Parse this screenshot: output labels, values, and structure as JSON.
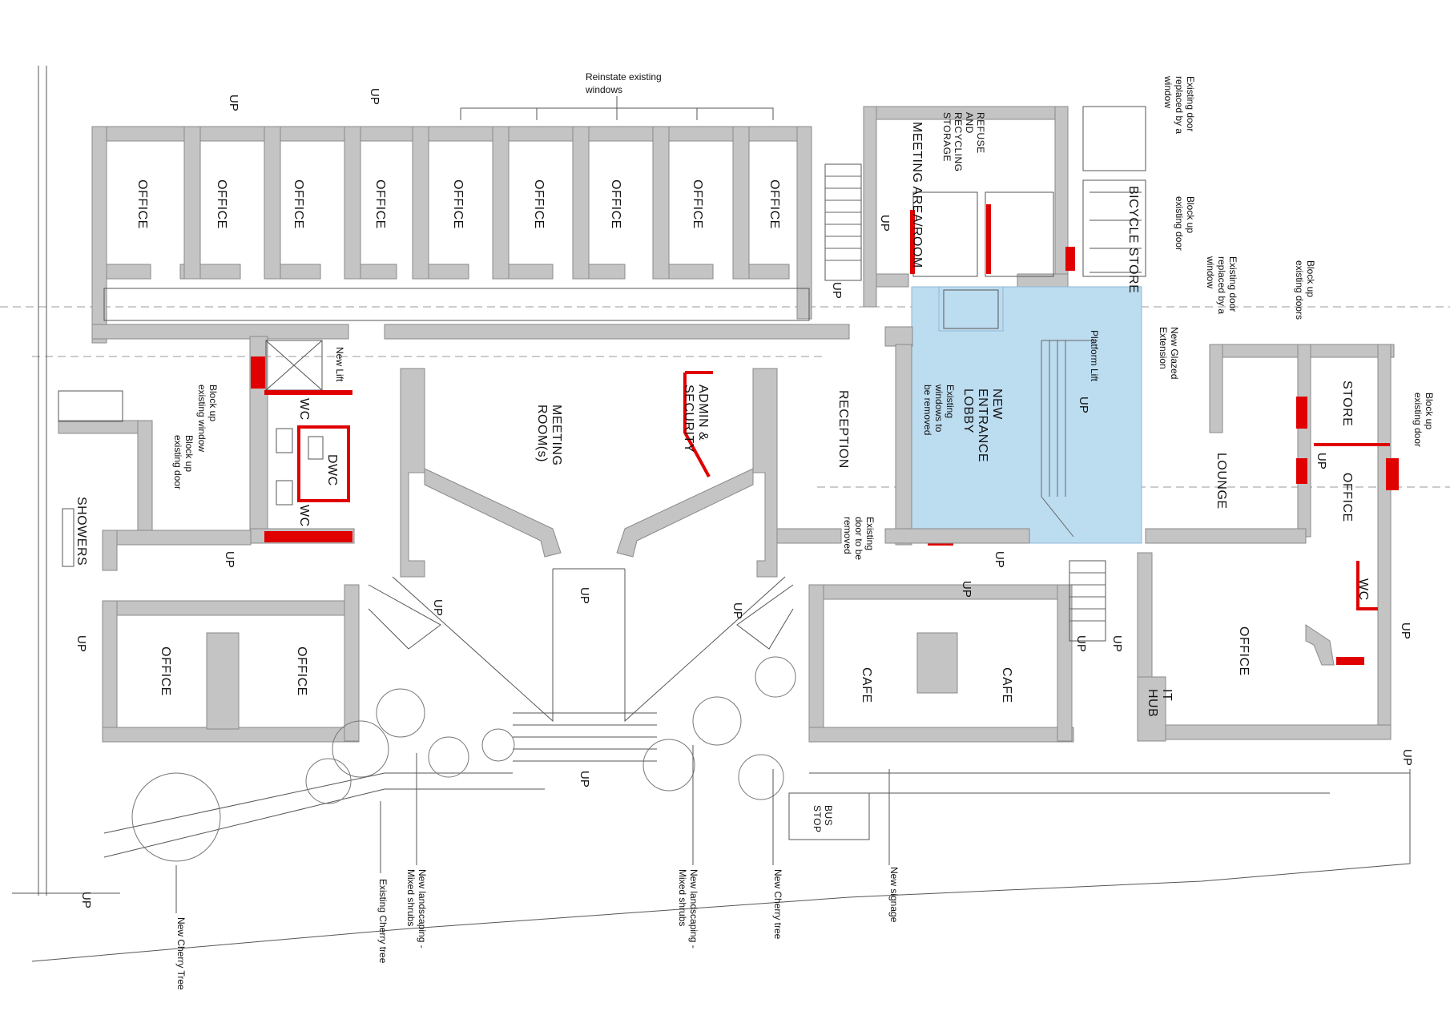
{
  "rooms": {
    "office_top_1": "OFFICE",
    "office_top_2": "OFFICE",
    "office_top_3": "OFFICE",
    "office_top_4": "OFFICE",
    "office_top_5": "OFFICE",
    "office_top_6": "OFFICE",
    "office_top_7": "OFFICE",
    "office_top_8": "OFFICE",
    "office_top_9": "OFFICE",
    "meeting_area": "MEETING AREA/ROOM",
    "refuse": [
      "REFUSE",
      "AND",
      "RECYCLING",
      "STORAGE"
    ],
    "bicycle": "BICYCLE STORE",
    "wc_1": "WC",
    "dwc": "DWC",
    "wc_2": "WC",
    "showers": "SHOWERS",
    "meeting_rooms": [
      "MEETING",
      "ROOM(s)"
    ],
    "admin": [
      "ADMIN &",
      "SECURITY"
    ],
    "reception": "RECEPTION",
    "lobby": [
      "NEW",
      "ENTRANCE",
      "LOBBY"
    ],
    "store": "STORE",
    "lounge": "LOUNGE",
    "office_east": "OFFICE",
    "wc_east": "WC",
    "office_big": "OFFICE",
    "it_hub": [
      "IT",
      "HUB"
    ],
    "cafe_1": "CAFE",
    "cafe_2": "CAFE",
    "office_sw_1": "OFFICE",
    "office_sw_2": "OFFICE",
    "bus_stop": [
      "BUS",
      "STOP"
    ]
  },
  "annotations": {
    "reinstate": [
      "Reinstate existing",
      "windows"
    ],
    "door_to_window_1": [
      "Existing door",
      "replaced by a",
      "window"
    ],
    "block_door_1": [
      "Block up",
      "existing door"
    ],
    "door_to_window_2": [
      "Existing door",
      "replaced by a",
      "window"
    ],
    "block_doors": [
      "Block up",
      "existing doors"
    ],
    "block_door_2": [
      "Block up",
      "existing door"
    ],
    "glazed_ext": [
      "New Glazed",
      "Extension"
    ],
    "platform_lift": "Platform Lift",
    "windows_removed": [
      "Existing",
      "windows to",
      "be removed"
    ],
    "door_removed": [
      "Existing",
      "door to be",
      "removed"
    ],
    "new_lift": "New Lift",
    "block_window": [
      "Block up",
      "existing window"
    ],
    "block_door_3": [
      "Block up",
      "existing door"
    ],
    "cherry_new_1": "New Cherry Tree",
    "cherry_existing": "Existing Cherry tree",
    "landscaping_1": [
      "New landscaping -",
      "Mixed shrubs"
    ],
    "landscaping_2": [
      "New landscaping -",
      "Mixed shrubs"
    ],
    "cherry_new_2": "New Cherry tree",
    "signage": "New signage"
  },
  "up_label": "UP",
  "colors": {
    "wall": "#c4c4c4",
    "new_work": "#e00000",
    "new_extension": "#bcdcf0"
  }
}
